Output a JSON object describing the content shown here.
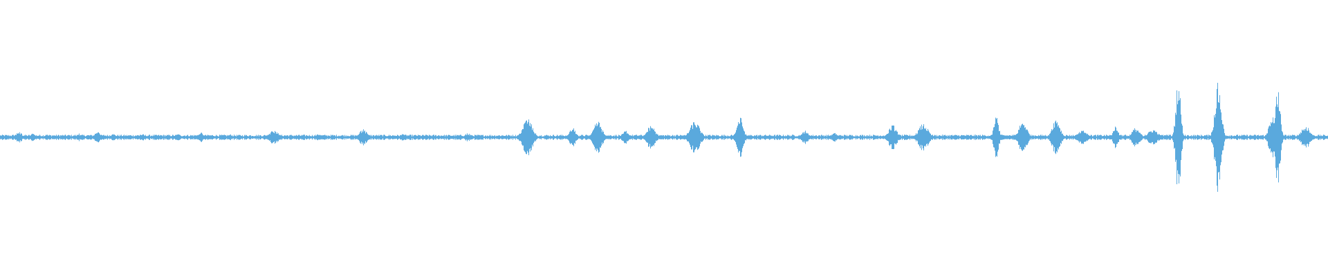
{
  "waveform": {
    "color": "#5aa9dd",
    "background": "#ffffff",
    "duration_fraction_note": "",
    "baseline_amplitude": 0.008,
    "bursts": [
      {
        "position": 0.014,
        "amplitude": 0.02,
        "width": 0.004
      },
      {
        "position": 0.024,
        "amplitude": 0.015,
        "width": 0.003
      },
      {
        "position": 0.035,
        "amplitude": 0.012,
        "width": 0.002
      },
      {
        "position": 0.059,
        "amplitude": 0.015,
        "width": 0.002
      },
      {
        "position": 0.073,
        "amplitude": 0.02,
        "width": 0.004
      },
      {
        "position": 0.085,
        "amplitude": 0.012,
        "width": 0.003
      },
      {
        "position": 0.107,
        "amplitude": 0.015,
        "width": 0.003
      },
      {
        "position": 0.134,
        "amplitude": 0.012,
        "width": 0.003
      },
      {
        "position": 0.151,
        "amplitude": 0.018,
        "width": 0.004
      },
      {
        "position": 0.173,
        "amplitude": 0.012,
        "width": 0.002
      },
      {
        "position": 0.206,
        "amplitude": 0.025,
        "width": 0.006
      },
      {
        "position": 0.24,
        "amplitude": 0.012,
        "width": 0.004
      },
      {
        "position": 0.273,
        "amplitude": 0.03,
        "width": 0.005
      },
      {
        "position": 0.303,
        "amplitude": 0.012,
        "width": 0.003
      },
      {
        "position": 0.352,
        "amplitude": 0.015,
        "width": 0.004
      },
      {
        "position": 0.397,
        "amplitude": 0.07,
        "width": 0.006
      },
      {
        "position": 0.431,
        "amplitude": 0.035,
        "width": 0.004
      },
      {
        "position": 0.45,
        "amplitude": 0.06,
        "width": 0.005
      },
      {
        "position": 0.471,
        "amplitude": 0.025,
        "width": 0.004
      },
      {
        "position": 0.49,
        "amplitude": 0.045,
        "width": 0.005
      },
      {
        "position": 0.523,
        "amplitude": 0.06,
        "width": 0.006
      },
      {
        "position": 0.557,
        "amplitude": 0.075,
        "width": 0.004
      },
      {
        "position": 0.606,
        "amplitude": 0.025,
        "width": 0.004
      },
      {
        "position": 0.628,
        "amplitude": 0.02,
        "width": 0.003
      },
      {
        "position": 0.672,
        "amplitude": 0.045,
        "width": 0.005
      },
      {
        "position": 0.695,
        "amplitude": 0.05,
        "width": 0.006
      },
      {
        "position": 0.75,
        "amplitude": 0.08,
        "width": 0.003
      },
      {
        "position": 0.77,
        "amplitude": 0.06,
        "width": 0.005
      },
      {
        "position": 0.795,
        "amplitude": 0.07,
        "width": 0.005
      },
      {
        "position": 0.815,
        "amplitude": 0.025,
        "width": 0.006
      },
      {
        "position": 0.84,
        "amplitude": 0.045,
        "width": 0.003
      },
      {
        "position": 0.855,
        "amplitude": 0.035,
        "width": 0.005
      },
      {
        "position": 0.868,
        "amplitude": 0.03,
        "width": 0.006
      },
      {
        "position": 0.887,
        "amplitude": 0.22,
        "width": 0.003
      },
      {
        "position": 0.917,
        "amplitude": 0.2,
        "width": 0.004
      },
      {
        "position": 0.958,
        "amplitude": 0.09,
        "width": 0.004
      },
      {
        "position": 0.962,
        "amplitude": 0.18,
        "width": 0.003
      },
      {
        "position": 0.983,
        "amplitude": 0.04,
        "width": 0.006
      }
    ]
  }
}
